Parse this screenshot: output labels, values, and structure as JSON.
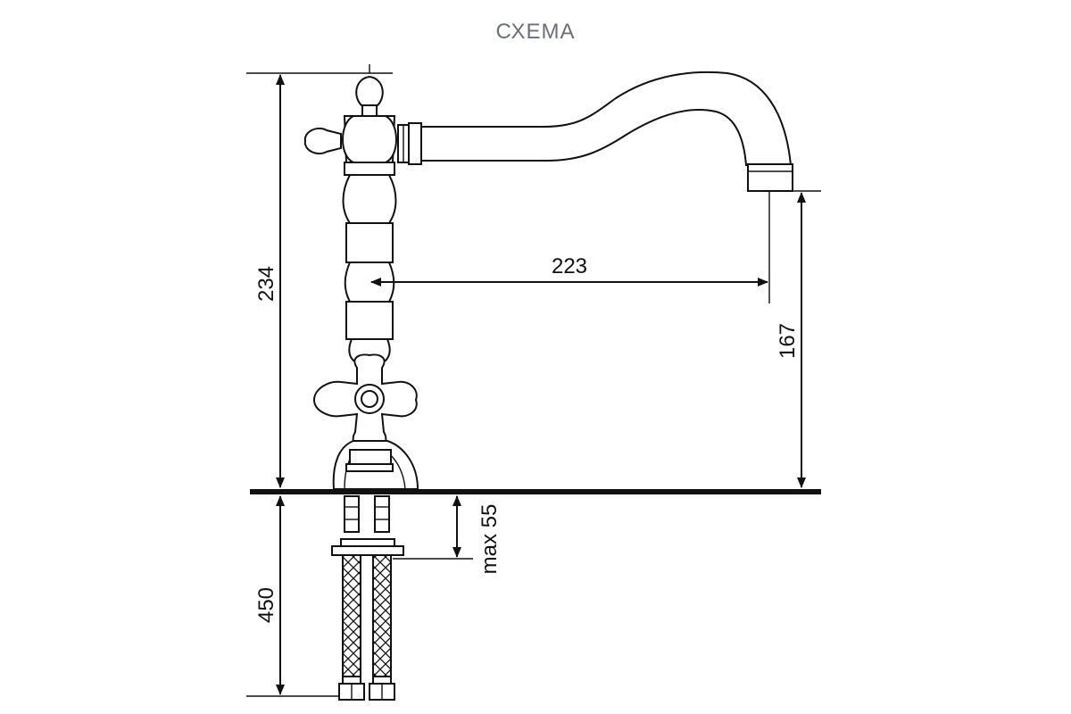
{
  "title": "СХЕМА",
  "dimensions": {
    "total_height": "234",
    "spout_reach": "223",
    "spout_height": "167",
    "hose_length": "450",
    "max_countertop": "max 55"
  },
  "colors": {
    "line": "#111111",
    "title": "#6a6f78",
    "background": "#ffffff"
  }
}
